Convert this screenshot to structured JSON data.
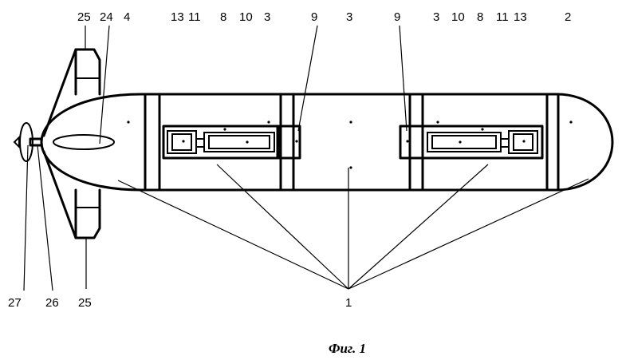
{
  "caption": "Фиг. 1",
  "labels": {
    "l25_top": "25",
    "l24": "24",
    "l4": "4",
    "l13_left": "13",
    "l11_left": "11",
    "l8_left": "8",
    "l10_left": "10",
    "l3_a": "3",
    "l9_left": "9",
    "l3_b": "3",
    "l9_right": "9",
    "l3_c": "3",
    "l10_right": "10",
    "l8_right": "8",
    "l11_right": "11",
    "l13_right": "13",
    "l2": "2",
    "l27": "27",
    "l26": "26",
    "l25_bottom": "25",
    "l1": "1"
  }
}
